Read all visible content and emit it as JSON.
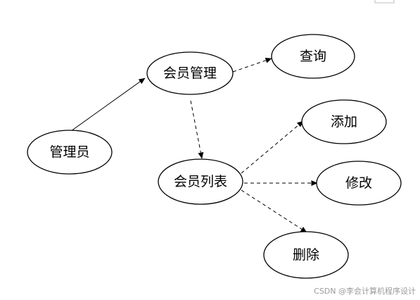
{
  "nodes": {
    "admin": "管理员",
    "member_mgmt": "会员管理",
    "query": "查询",
    "member_list": "会员列表",
    "add": "添加",
    "edit": "修改",
    "delete": "删除"
  },
  "watermark": "CSDN @李会计算机程序设计"
}
